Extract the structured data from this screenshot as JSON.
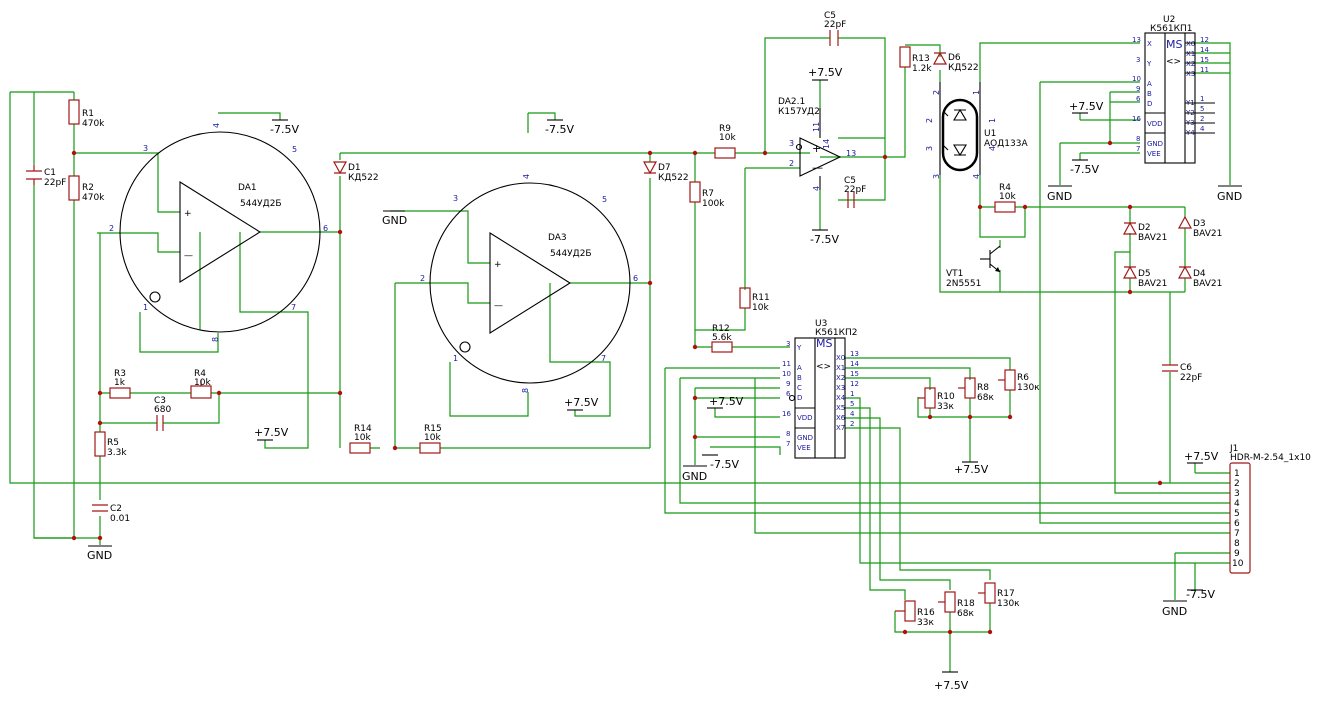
{
  "components": {
    "R1": {
      "ref": "R1",
      "value": "470k"
    },
    "R2": {
      "ref": "R2",
      "value": "470k"
    },
    "C1": {
      "ref": "C1",
      "value": "22pF"
    },
    "R3": {
      "ref": "R3",
      "value": "1k"
    },
    "R4a": {
      "ref": "R4",
      "value": "10k"
    },
    "C3": {
      "ref": "C3",
      "value": "680"
    },
    "R5": {
      "ref": "R5",
      "value": "3.3k"
    },
    "C2": {
      "ref": "C2",
      "value": "0.01"
    },
    "DA1": {
      "ref": "DA1",
      "value": "544УД2Б"
    },
    "DA3": {
      "ref": "DA3",
      "value": "544УД2Б"
    },
    "D1": {
      "ref": "D1",
      "value": "КД522"
    },
    "D7": {
      "ref": "D7",
      "value": "КД522"
    },
    "R14": {
      "ref": "R14",
      "value": "10k"
    },
    "R15": {
      "ref": "R15",
      "value": "10k"
    },
    "R9": {
      "ref": "R9",
      "value": "10k"
    },
    "R7": {
      "ref": "R7",
      "value": "100k"
    },
    "R11": {
      "ref": "R11",
      "value": "10k"
    },
    "R12": {
      "ref": "R12",
      "value": "5.6k"
    },
    "C5a": {
      "ref": "C5",
      "value": "22pF"
    },
    "C5b": {
      "ref": "C5",
      "value": "22pF"
    },
    "DA2": {
      "ref": "DA2.1",
      "value": "К157УД2"
    },
    "R13": {
      "ref": "R13",
      "value": "1.2k"
    },
    "D6": {
      "ref": "D6",
      "value": "КД522"
    },
    "U1": {
      "ref": "U1",
      "value": "АОД133А"
    },
    "R4b": {
      "ref": "R4",
      "value": "10k"
    },
    "VT1": {
      "ref": "VT1",
      "value": "2N5551"
    },
    "D2": {
      "ref": "D2",
      "value": "BAV21"
    },
    "D3": {
      "ref": "D3",
      "value": "BAV21"
    },
    "D4": {
      "ref": "D4",
      "value": "BAV21"
    },
    "D5": {
      "ref": "D5",
      "value": "BAV21"
    },
    "C6": {
      "ref": "C6",
      "value": "22pF"
    },
    "U2": {
      "ref": "U2",
      "value": "К561КП1"
    },
    "U3": {
      "ref": "U3",
      "value": "К561КП2"
    },
    "R10": {
      "ref": "R10",
      "value": "33к"
    },
    "R8": {
      "ref": "R8",
      "value": "68к"
    },
    "R6": {
      "ref": "R6",
      "value": "130к"
    },
    "R16": {
      "ref": "R16",
      "value": "33к"
    },
    "R18": {
      "ref": "R18",
      "value": "68к"
    },
    "R17": {
      "ref": "R17",
      "value": "130к"
    },
    "J1": {
      "ref": "J1",
      "value": "HDR-M-2.54_1x10"
    }
  },
  "power": {
    "gnd": "GND",
    "vpos": "+7.5V",
    "vneg": "-7.5V"
  },
  "chip": {
    "ms": "MS",
    "mux": "<>",
    "vdd": "VDD",
    "gnd": "GND",
    "vee": "VEE",
    "u2_inputs": [
      [
        "13",
        "X"
      ],
      [
        "3",
        "Y"
      ],
      [
        "10",
        "A"
      ],
      [
        "9",
        "B"
      ],
      [
        "6",
        "D"
      ],
      [
        "16",
        "VDD"
      ],
      [
        "8",
        "GND"
      ],
      [
        "7",
        "VEE"
      ]
    ],
    "u2_outputs": [
      [
        "X0",
        "12"
      ],
      [
        "X1",
        "14"
      ],
      [
        "X2",
        "15"
      ],
      [
        "X3",
        "11"
      ],
      [
        "Y1",
        "1"
      ],
      [
        "Y2",
        "5"
      ],
      [
        "Y3",
        "2"
      ],
      [
        "Y4",
        "4"
      ]
    ],
    "u3_inputs": [
      [
        "3",
        "Y"
      ],
      [
        "11",
        "A"
      ],
      [
        "10",
        "B"
      ],
      [
        "9",
        "C"
      ],
      [
        "6",
        "D"
      ],
      [
        "16",
        "VDD"
      ],
      [
        "8",
        "GND"
      ],
      [
        "7",
        "VEE"
      ]
    ],
    "u3_outputs": [
      [
        "X0",
        "13"
      ],
      [
        "X1",
        "14"
      ],
      [
        "X2",
        "15"
      ],
      [
        "X3",
        "12"
      ],
      [
        "X4",
        "1"
      ],
      [
        "X5",
        "5"
      ],
      [
        "X6",
        "4"
      ],
      [
        "X7",
        "2"
      ]
    ]
  },
  "opamp_pins": {
    "da1": [
      "3",
      "4",
      "5",
      "2",
      "6",
      "1",
      "7",
      "8",
      "+",
      "—"
    ],
    "da3": [
      "3",
      "4",
      "5",
      "2",
      "6",
      "1",
      "7",
      "8",
      "+",
      "—"
    ],
    "da2": [
      "3",
      "2",
      "11",
      "4",
      "13",
      "14",
      "+",
      "—"
    ]
  },
  "optocoupler_pins": [
    "2",
    "2",
    "3",
    "3",
    "1",
    "1",
    "4",
    "4"
  ],
  "connector_pins": [
    "1",
    "2",
    "3",
    "4",
    "5",
    "6",
    "7",
    "8",
    "9",
    "10"
  ]
}
